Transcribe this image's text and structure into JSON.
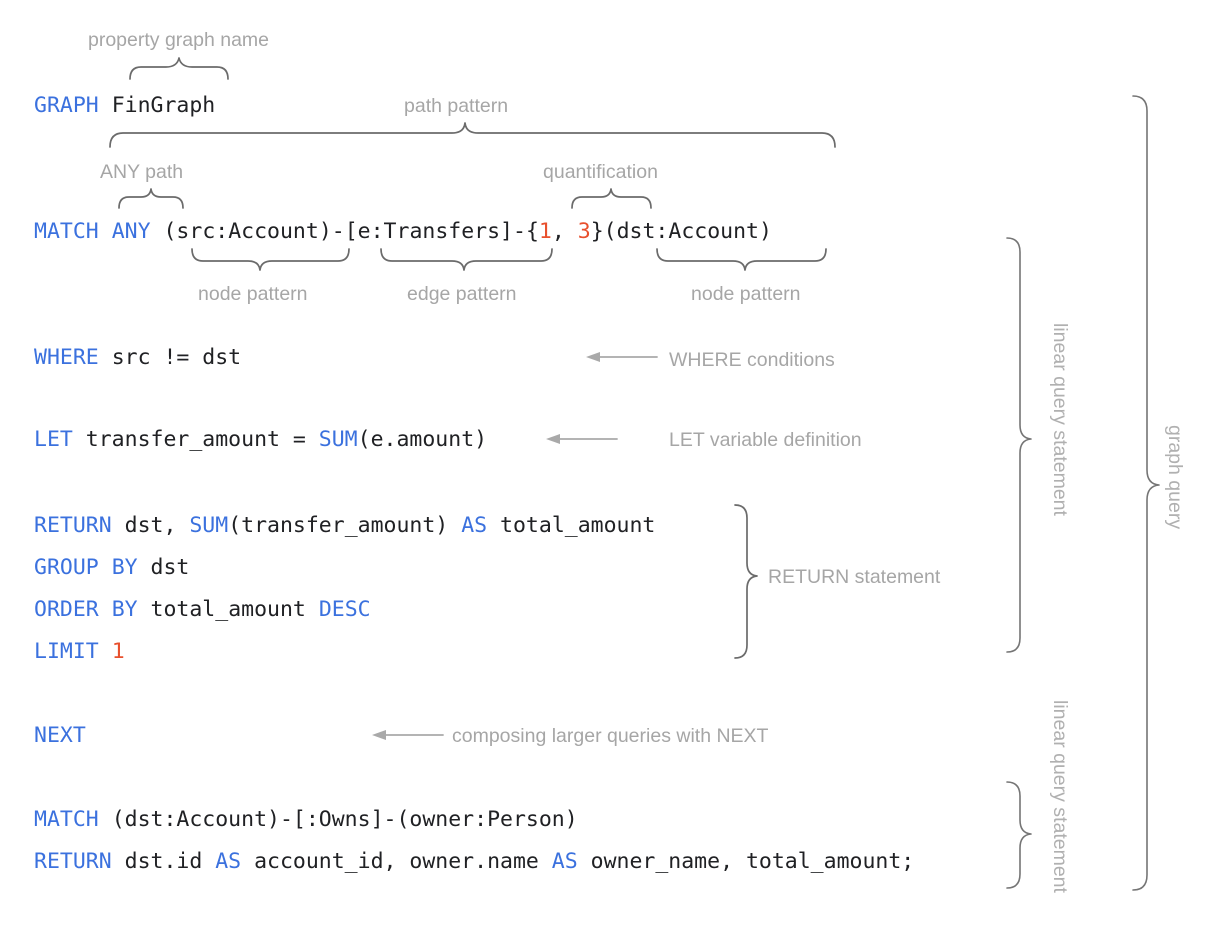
{
  "title": "GQL graph query anatomy diagram",
  "palette": {
    "keyword_blue": "#3b71de",
    "number_orange": "#e8502d",
    "code_black": "#202124",
    "annotation_gray": "#a6a6a6",
    "brace_gray": "#6b6b6b",
    "arrow_gray": "#a9a9a9",
    "background": "#ffffff"
  },
  "code": {
    "line_graph": {
      "keyword": "GRAPH",
      "value": "FinGraph"
    },
    "line_match": {
      "keyword": "MATCH",
      "path_mode": "ANY",
      "node_pattern_src": "(src:Account)",
      "dash1": "-",
      "edge_pattern": "[e:Transfers]",
      "dash2": "-",
      "quant_open": "{",
      "quant_lower": "1",
      "quant_sep": ", ",
      "quant_upper": "3",
      "quant_close": "}",
      "node_pattern_dst": "(dst:Account)"
    },
    "line_where": {
      "keyword": "WHERE",
      "expr": "src != dst"
    },
    "line_let": {
      "keyword": "LET",
      "lhs": "transfer_amount = ",
      "fn": "SUM",
      "args": "(e.amount)"
    },
    "line_return1": {
      "keyword": "RETURN",
      "mid1": "dst, ",
      "fn": "SUM",
      "args": "(transfer_amount) ",
      "as_kw": "AS",
      "alias": " total_amount"
    },
    "line_group": {
      "keyword": "GROUP",
      "by_kw": "BY",
      "expr": "dst"
    },
    "line_order": {
      "keyword": "ORDER",
      "by_kw": "BY",
      "expr": "total_amount ",
      "dir_kw": "DESC"
    },
    "line_limit": {
      "keyword": "LIMIT",
      "value": "1"
    },
    "line_next": {
      "keyword": "NEXT"
    },
    "line_match2": {
      "keyword": "MATCH",
      "pattern": "(dst:Account)-[:Owns]-(owner:Person)"
    },
    "line_return2": {
      "keyword": "RETURN",
      "p1": "dst.id ",
      "as1": "AS",
      "p2": " account_id, owner.name ",
      "as2": "AS",
      "p3": " owner_name, total_amount;"
    }
  },
  "annotations": {
    "property_graph_name": "property graph name",
    "path_pattern": "path pattern",
    "any_path": "ANY path",
    "quantification": "quantification",
    "node_pattern_left": "node pattern",
    "edge_pattern": "edge pattern",
    "node_pattern_right": "node pattern",
    "where_conditions": "WHERE conditions",
    "let_variable_definition": "LET variable definition",
    "return_statement": "RETURN statement",
    "composing_with_next": "composing larger queries with NEXT",
    "linear_query_statement_1": "linear query statement",
    "linear_query_statement_2": "linear query statement",
    "graph_query": "graph query"
  }
}
